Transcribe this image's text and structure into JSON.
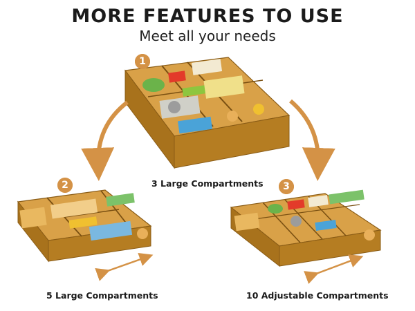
{
  "header": {
    "title": "MORE FEATURES TO USE",
    "subtitle": "Meet all your needs"
  },
  "colors": {
    "accent": "#d49246",
    "tray": "#c98f2e",
    "tray_dark": "#9c6a1c",
    "tray_light": "#e4b870"
  },
  "options": [
    {
      "badge": "1",
      "label": "3 Large Compartments"
    },
    {
      "badge": "2",
      "label": "5 Large Compartments"
    },
    {
      "badge": "3",
      "label": "10 Adjustable Compartments"
    }
  ],
  "icons": [
    "curved-arrow-left-icon",
    "curved-arrow-right-icon",
    "double-arrow-icon"
  ]
}
